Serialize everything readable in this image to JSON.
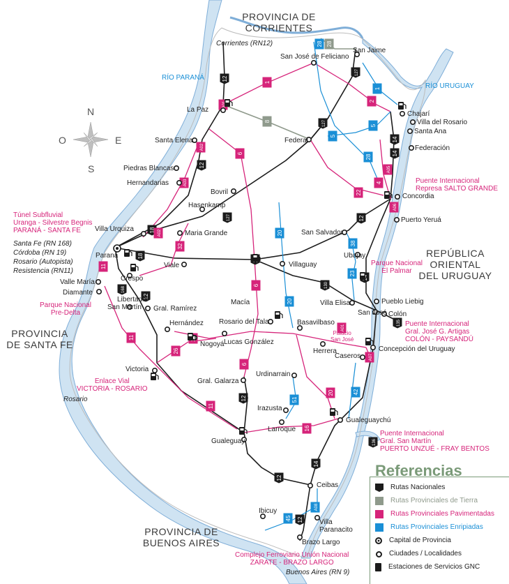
{
  "regions": {
    "corrientes": [
      "PROVINCIA DE",
      "CORRIENTES"
    ],
    "santa_fe": [
      "PROVINCIA",
      "DE SANTA FE"
    ],
    "buenos_aires": [
      "PROVINCIA DE",
      "BUENOS AIRES"
    ],
    "uruguay": [
      "REPÚBLICA",
      "ORIENTAL",
      "DEL URUGUAY"
    ]
  },
  "rivers": {
    "parana": "RÍO PARANÁ",
    "uruguay": "RÍO URUGUAY"
  },
  "compass": {
    "n": "N",
    "s": "S",
    "e": "E",
    "o": "O"
  },
  "cities": {
    "parana": "Paraná",
    "la_paz": "La Paz",
    "san_jose_feliciano": "San José de Feliciano",
    "san_jaime": "San Jaime",
    "chajari": "Chajarí",
    "villa_del_rosario": "Villa del Rosario",
    "santa_ana": "Santa Ana",
    "federacion": "Federación",
    "federal": "Federal",
    "santa_elena": "Santa Elena",
    "piedras_blancas": "Piedras Blancas",
    "hernandarias": "Hernandarias",
    "bovril": "Bovril",
    "hasenkamp": "Hasenkamp",
    "concordia": "Concordia",
    "villa_urquiza": "Villa Urquiza",
    "maria_grande": "Maria Grande",
    "san_salvador": "San Salvador",
    "puerto_yerua": "Puerto Yeruá",
    "viale": "Viale",
    "villaguay": "Villaguay",
    "ubajay": "Ubajay",
    "crespo": "Crespo",
    "valle_maria": "Valle María",
    "diamante": "Diamante",
    "libertador_san_martin": [
      "Libertador",
      "San Martín"
    ],
    "gral_ramirez": "Gral. Ramírez",
    "macia": "Macía",
    "villa_elisa": "Villa Elisa",
    "pueblo_liebig": "Pueblo Liebig",
    "san_jose": "San José",
    "colon": "Colón",
    "rosario_del_tala": "Rosario del Tala",
    "basavilbaso": "Basavilbaso",
    "hernandez": "Hernández",
    "nogoya": "Nogoyá",
    "lucas_gonzalez": "Lucas González",
    "herrera": "Herrera",
    "caseros": "Caseros",
    "concepcion_del_uruguay": "Concepción del Uruguay",
    "victoria": "Victoria",
    "urdinarrain": "Urdinarrain",
    "gral_galarza": "Gral. Galarza",
    "irazusta": "Irazusta",
    "larroque": "Larroque",
    "gualeguaychu": "Gualeguaychú",
    "gualeguay": "Gualeguay",
    "ceibas": "Ceibas",
    "ibicuy": "Ibicuy",
    "villa_paranacito": [
      "Villa",
      "Paranacito"
    ],
    "brazo_largo": "Brazo Largo"
  },
  "destinations": {
    "corrientes": "Corrientes (RN12)",
    "santa_fe": "Santa Fe (RN 168)",
    "cordoba": "Córdoba (RN 19)",
    "rosario_autopista": "Rosario (Autopista)",
    "resistencia": "Resistencia (RN11)",
    "rosario": "Rosario",
    "buenos_aires": "Buenos Aires (RN 9)"
  },
  "landmarks": {
    "tunel": [
      "Túnel Subfluvial",
      "Uranga - Silvestre Begnis",
      "PARANÁ - SANTA FE"
    ],
    "pn_predelta": [
      "Parque Nacional",
      "Pre-Delta"
    ],
    "pn_palmar": [
      "Parque Nacional",
      "El Palmar"
    ],
    "palacio": [
      "Palacio",
      "San José"
    ],
    "enlace": [
      "Enlace Vial",
      "VICTORIA - ROSARIO"
    ],
    "puente_salto": [
      "Puente Internacional",
      "Represa SALTO GRANDE"
    ],
    "puente_artigas": [
      "Puente Internacional",
      "Gral. José G. Artigas",
      "COLÓN - PAYSANDÚ"
    ],
    "puente_sanmartin": [
      "Puente Internacional",
      "Gral. San Martín",
      "PUERTO UNZUÉ - FRAY BENTOS"
    ],
    "complejo": [
      "Complejo Ferroviario Unión Nacional",
      "ZARATE - BRAZO LARGO"
    ]
  },
  "route_shields": {
    "national": [
      "12",
      "127",
      "127",
      "14",
      "14",
      "12",
      "18",
      "18",
      "130",
      "12",
      "14",
      "135",
      "12",
      "14",
      "12",
      "12",
      "136",
      "14",
      "12",
      "168",
      "127"
    ],
    "dirt": [
      "28",
      "8"
    ],
    "paved": [
      "A01",
      "1",
      "2",
      "6",
      "A02",
      "A03",
      "A02",
      "32",
      "11",
      "6",
      "A05",
      "22",
      "4",
      "A06",
      "11",
      "26",
      "11",
      "39",
      "A01",
      "20",
      "A07",
      "6",
      "16"
    ],
    "gravel": [
      "28",
      "1",
      "5",
      "5",
      "28",
      "20",
      "38",
      "23",
      "20",
      "42",
      "51",
      "45",
      "A08"
    ]
  },
  "legend": {
    "title": "Referencias",
    "items": [
      {
        "label": "Rutas Nacionales",
        "color": "#1c1c1c"
      },
      {
        "label": "Rutas Provinciales de Tierra",
        "color": "#8f9a8c"
      },
      {
        "label": "Rutas Provinciales Pavimentadas",
        "color": "#d6247a"
      },
      {
        "label": "Rutas Provinciales Enripiadas",
        "color": "#1a8fd6"
      },
      {
        "label": "Capital de Provincia",
        "icon": "capital"
      },
      {
        "label": "Ciudades / Localidades",
        "icon": "city"
      },
      {
        "label": "Estaciones de Servicios GNC",
        "icon": "gnc"
      }
    ]
  },
  "colors": {
    "national": "#1c1c1c",
    "dirt": "#8f9a8c",
    "paved": "#d6247a",
    "gravel": "#1a8fd6",
    "river": "#cfe3f2",
    "river_edge": "#7faed8",
    "land": "#ffffff",
    "legend": "#7a9a78"
  }
}
